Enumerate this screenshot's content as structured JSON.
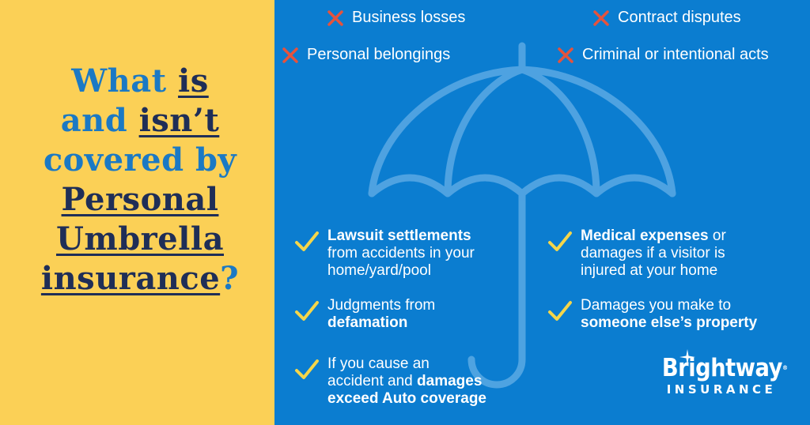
{
  "headline": {
    "w1": "What ",
    "w2": "is",
    "w3": "and ",
    "w4": "isn’t",
    "w5": "covered by",
    "w6": "Personal ",
    "w7": "Umbrella ",
    "w8": "insurance",
    "w9": "?"
  },
  "exclusions": [
    {
      "label": "Business losses",
      "icon": "x-icon"
    },
    {
      "label": "Contract disputes",
      "icon": "x-icon"
    },
    {
      "label": "Personal belongings",
      "icon": "x-icon"
    },
    {
      "label": "Criminal or intentional acts",
      "icon": "x-icon"
    }
  ],
  "coverages": [
    {
      "l1": "Lawsuit settlements",
      "l2": "from accidents in your",
      "l3": "home/yard/pool"
    },
    {
      "l1": "Judgments from",
      "l2": "defamation"
    },
    {
      "l1": "If you cause an",
      "l2a": "accident and ",
      "l2b": "damages",
      "l3": "exceed Auto coverage"
    },
    {
      "l1a": "Medical expenses",
      "l1b": " or",
      "l2": "damages if a visitor is",
      "l3": "injured at your home"
    },
    {
      "l1": "Damages you make to",
      "l2": "someone else’s property"
    }
  ],
  "logo": {
    "name": "Brightway",
    "reg": "®",
    "sub": "INSURANCE"
  },
  "colors": {
    "yellow": "#fbd056",
    "blue": "#0b7dd0",
    "navy": "#1f2e57",
    "headline_blue": "#1b79c4",
    "cross_red": "#e5533d",
    "check_yellow": "#f5d64a"
  }
}
